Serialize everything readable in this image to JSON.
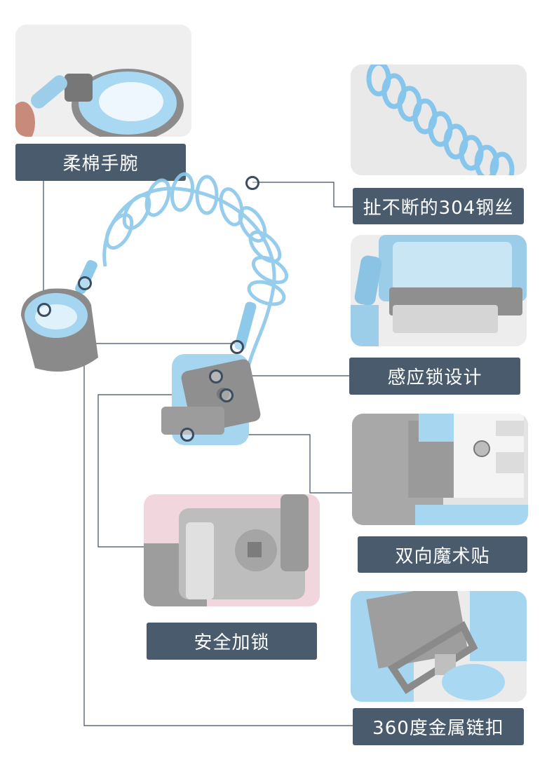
{
  "labels": {
    "soft_wrist": "柔棉手腕",
    "steel_wire": "扯不断的304钢丝",
    "sensor_lock": "感应锁设计",
    "velcro": "双向魔术贴",
    "safety_lock": "安全加锁",
    "metal_buckle": "360度金属链扣"
  },
  "colors": {
    "label_bg": "#4a5b6e",
    "accent_blue": "#8fc9ea",
    "strap_gray": "#9a9a9a",
    "line": "#3c4d60"
  }
}
